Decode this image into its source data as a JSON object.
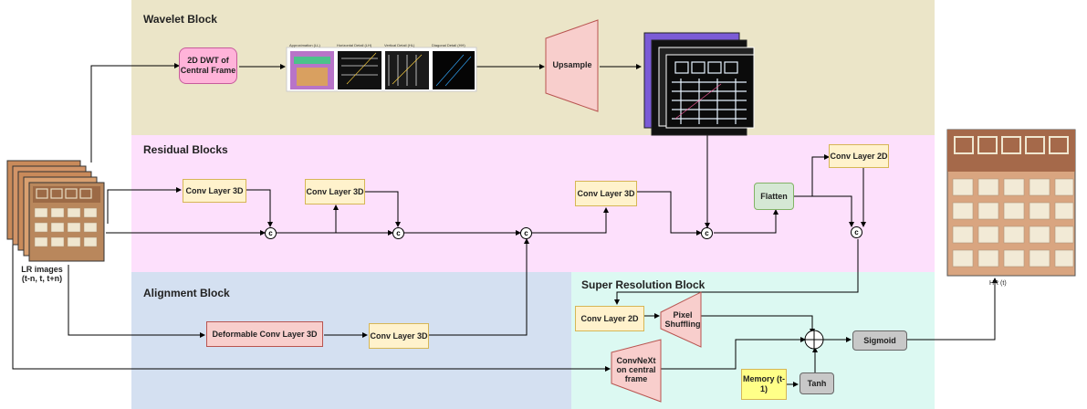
{
  "blocks": {
    "wavelet": "Wavelet Block",
    "residual": "Residual Blocks",
    "alignment": "Alignment Block",
    "super_resolution": "Super Resolution Block"
  },
  "nodes": {
    "dwt": "2D DWT of Central Frame",
    "upsample": "Upsample",
    "res_conv1": "Conv Layer 3D",
    "res_conv2": "Conv Layer 3D",
    "res_conv3": "Conv Layer 3D",
    "flatten": "Flatten",
    "res_conv2d": "Conv Layer 2D",
    "deform_conv": "Deformable Conv Layer 3D",
    "align_conv": "Conv Layer 3D",
    "sr_conv2d": "Conv Layer 2D",
    "pixel_shuffling": "Pixel Shuffling",
    "convnext": "ConvNeXt on central frame",
    "memory": "Memory (t-1)",
    "tanh": "Tanh",
    "sigmoid": "Sigmoid",
    "concat": "c"
  },
  "wavelet_captions": [
    "Approximation (LL)",
    "Horizontal Detail (LH)",
    "Vertical Detail (HL)",
    "Diagonal Detail (HH)"
  ],
  "input_label": "LR images (t-n, t, t+n)",
  "output_label": "HR (t)",
  "colors": {
    "wavelet_bg": "#ebe5c8",
    "residual_bg": "#fde0fc",
    "alignment_bg": "#d4e0f1",
    "sr_bg": "#dcf9f2",
    "conv": "#fff2cc",
    "deform": "#f8cecc",
    "flatten": "#d5e8d4",
    "memory": "#ffff88"
  }
}
